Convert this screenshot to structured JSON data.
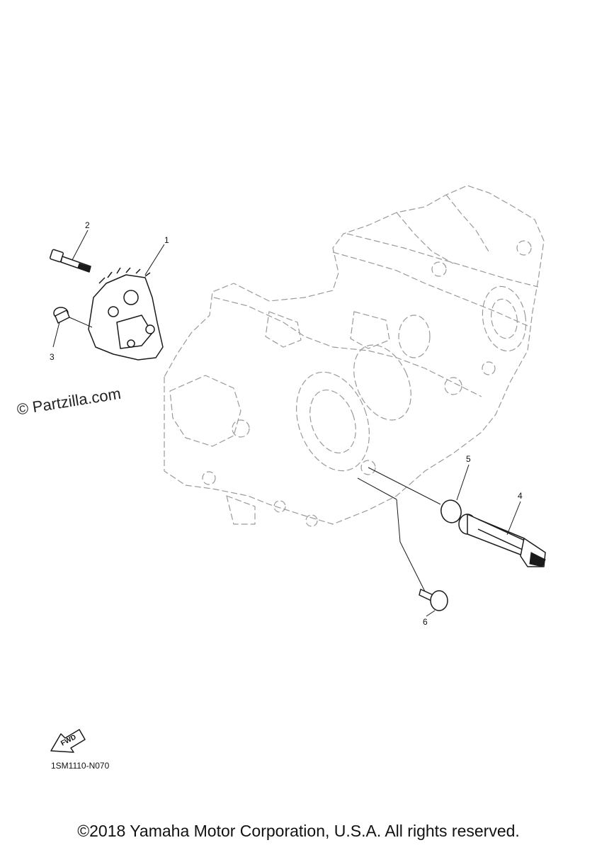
{
  "watermark": "© Partzilla.com",
  "diagram_code": "1SM1110-N070",
  "fwd_label": "FWD",
  "copyright": "©2018 Yamaha Motor Corporation, U.S.A. All rights reserved.",
  "callouts": [
    "1",
    "2",
    "3",
    "4",
    "5",
    "6"
  ]
}
